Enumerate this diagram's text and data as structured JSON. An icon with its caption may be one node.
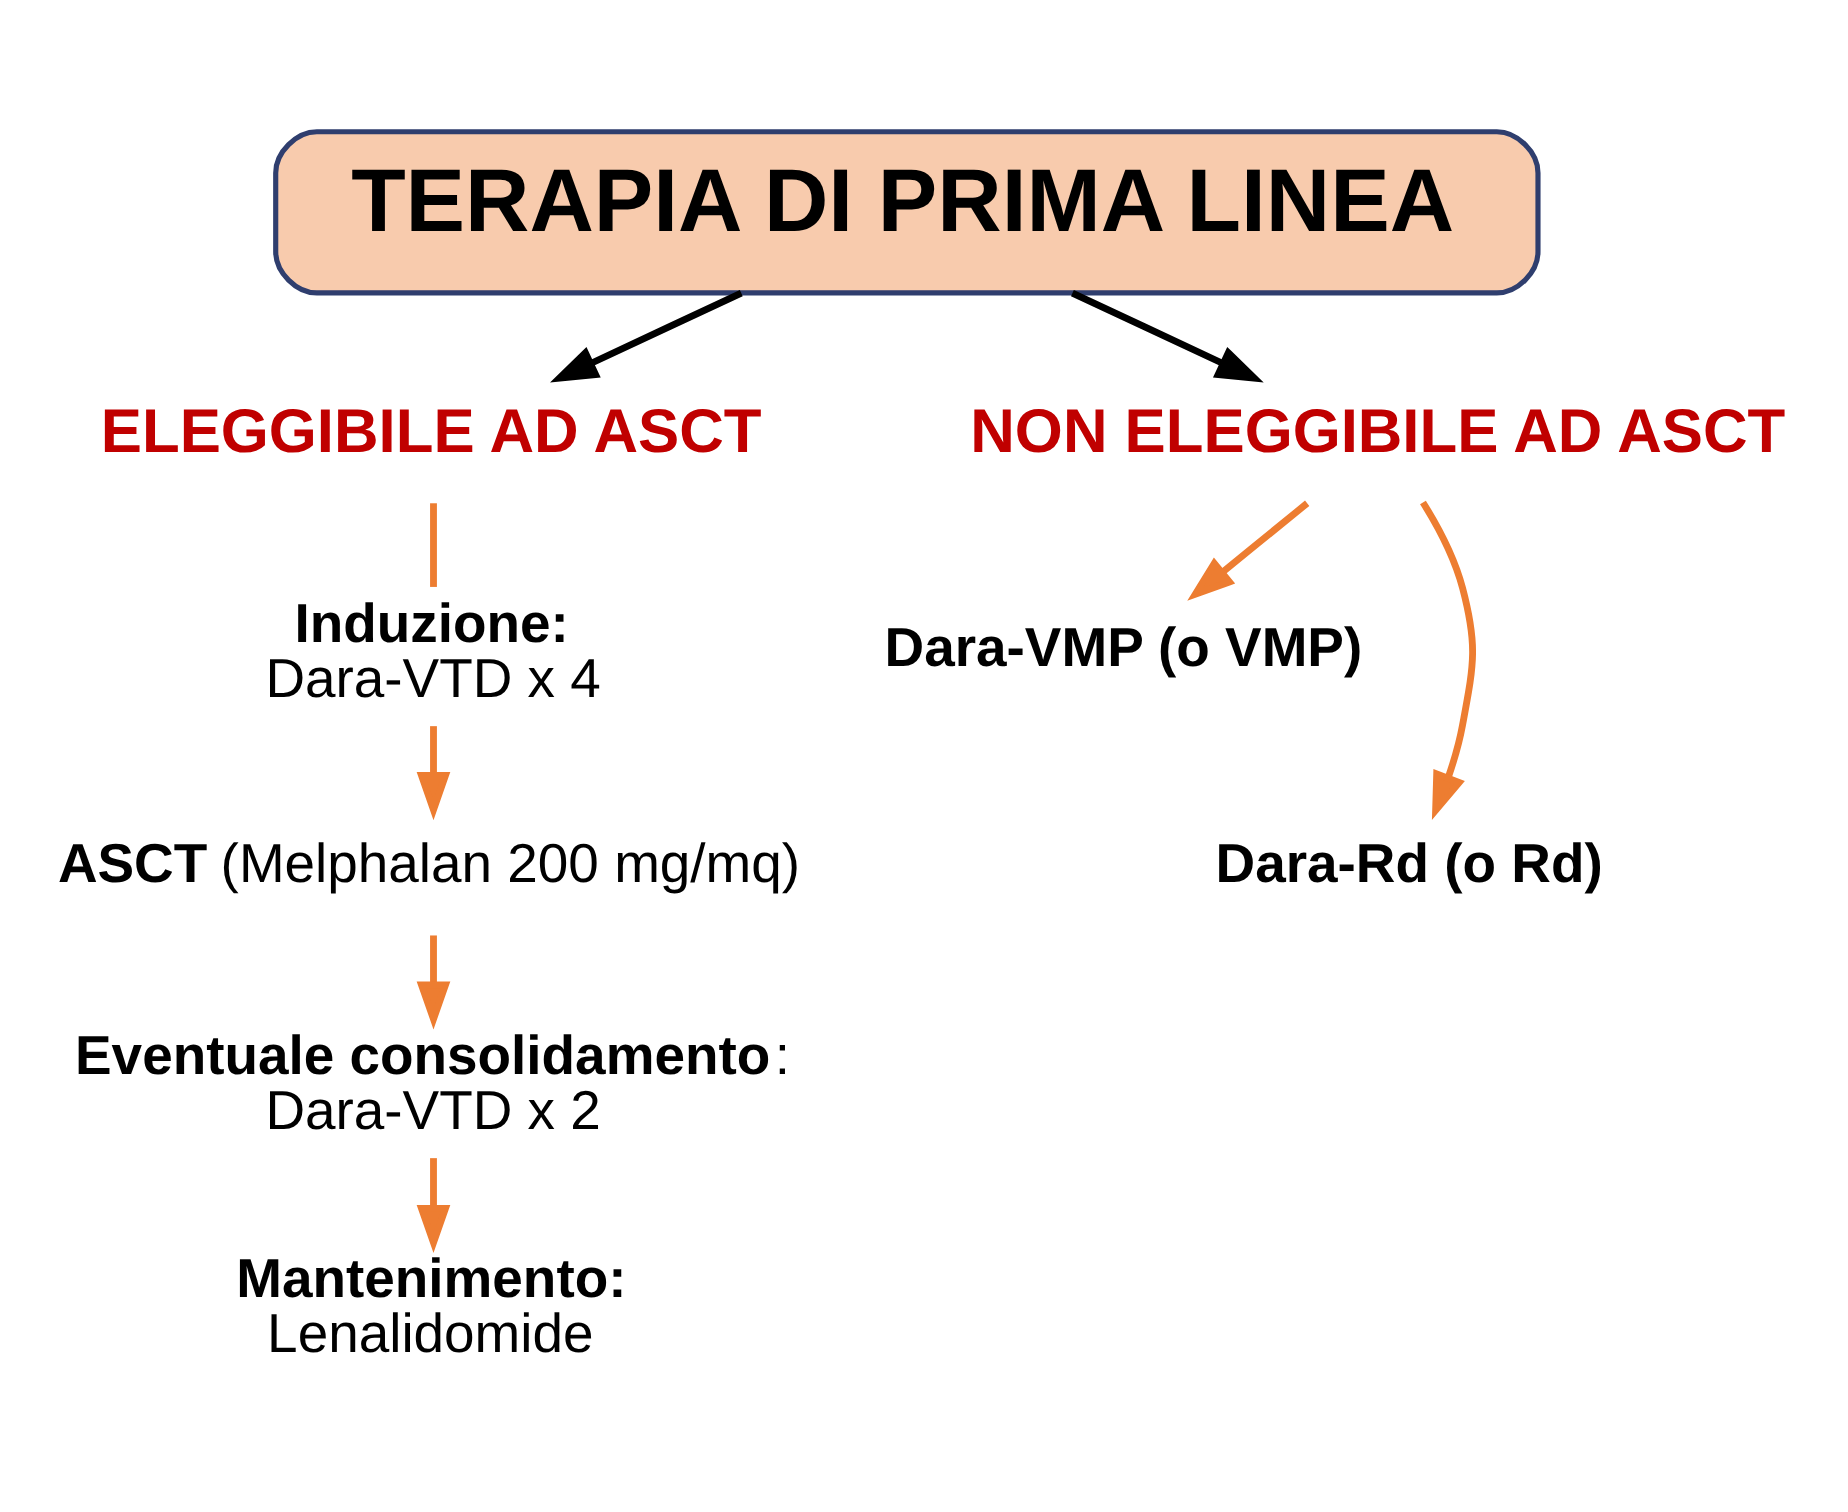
{
  "diagram": {
    "nodes": [
      {
        "text": [
          "TERAPIA DI PRIMA LINEA"
        ]
      },
      {
        "text": [
          "ELEGGIBILE AD ASCT"
        ]
      },
      {
        "text": [
          "NON ELEGGIBILE AD ASCT"
        ]
      },
      {
        "text": [
          "Induzione:",
          "Dara-VTD x 4"
        ]
      },
      {
        "text": [
          "**ASCT** (Melphalan 200 mg/mq)"
        ]
      },
      {
        "text": [
          "**Eventuale consolidamento**:",
          "Dara-VTD x 2"
        ]
      },
      {
        "text": [
          "Mantenimento:",
          "Lenalidomide"
        ]
      },
      {
        "text": [
          "Dara-VMP (o VMP)"
        ]
      },
      {
        "text": [
          "Dara-Rd (o Rd)"
        ]
      }
    ],
    "edges": [
      {
        "from": 0,
        "to": 1,
        "arrow": "to",
        "color": "#000000"
      },
      {
        "from": 0,
        "to": 2,
        "arrow": "to",
        "color": "#000000"
      },
      {
        "from": 1,
        "to": 3,
        "arrow": "none"
      },
      {
        "from": 3,
        "to": 4,
        "arrow": "to"
      },
      {
        "from": 4,
        "to": 5,
        "arrow": "to"
      },
      {
        "from": 5,
        "to": 6,
        "arrow": "to"
      },
      {
        "from": 2,
        "to": 7,
        "arrow": "to"
      },
      {
        "from": 2,
        "to": 8,
        "arrow": "to"
      }
    ]
  }
}
